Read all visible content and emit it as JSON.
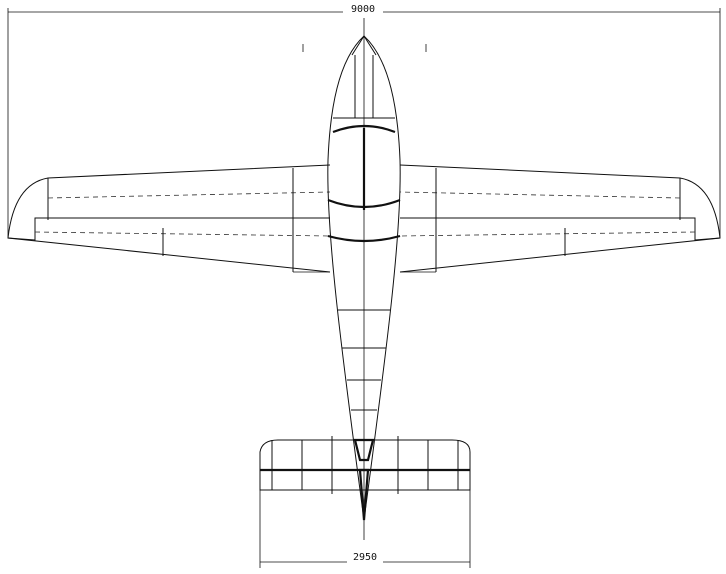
{
  "drawing": {
    "view": "top-view",
    "dimensions": {
      "wingspan_label": "9000",
      "tailspan_label": "2950"
    }
  }
}
